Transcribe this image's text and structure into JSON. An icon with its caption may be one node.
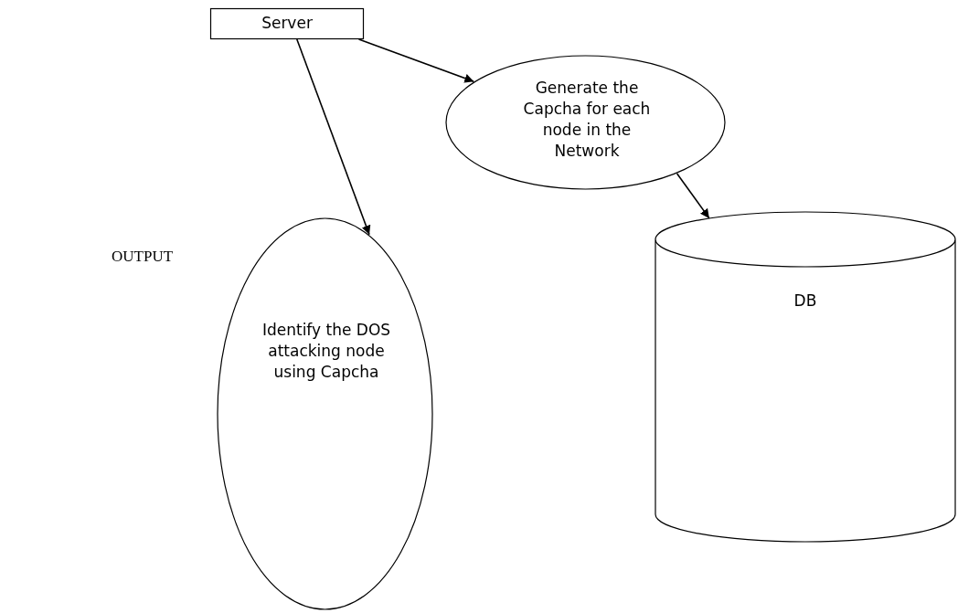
{
  "diagram": {
    "nodes": [
      {
        "text": [
          "Server"
        ]
      },
      {
        "text": [
          "Generate the Capcha for each node in the Network"
        ]
      },
      {
        "text": [
          "Identify the DOS attacking node using Capcha"
        ]
      },
      {
        "text": [
          "DB"
        ]
      }
    ],
    "edges": [
      {
        "from": 0,
        "to": 1,
        "arrow": "to"
      },
      {
        "from": 0,
        "to": 2,
        "arrow": "to"
      },
      {
        "from": 1,
        "to": 3,
        "arrow": "to"
      }
    ],
    "labels": [
      "OUTPUT"
    ]
  }
}
